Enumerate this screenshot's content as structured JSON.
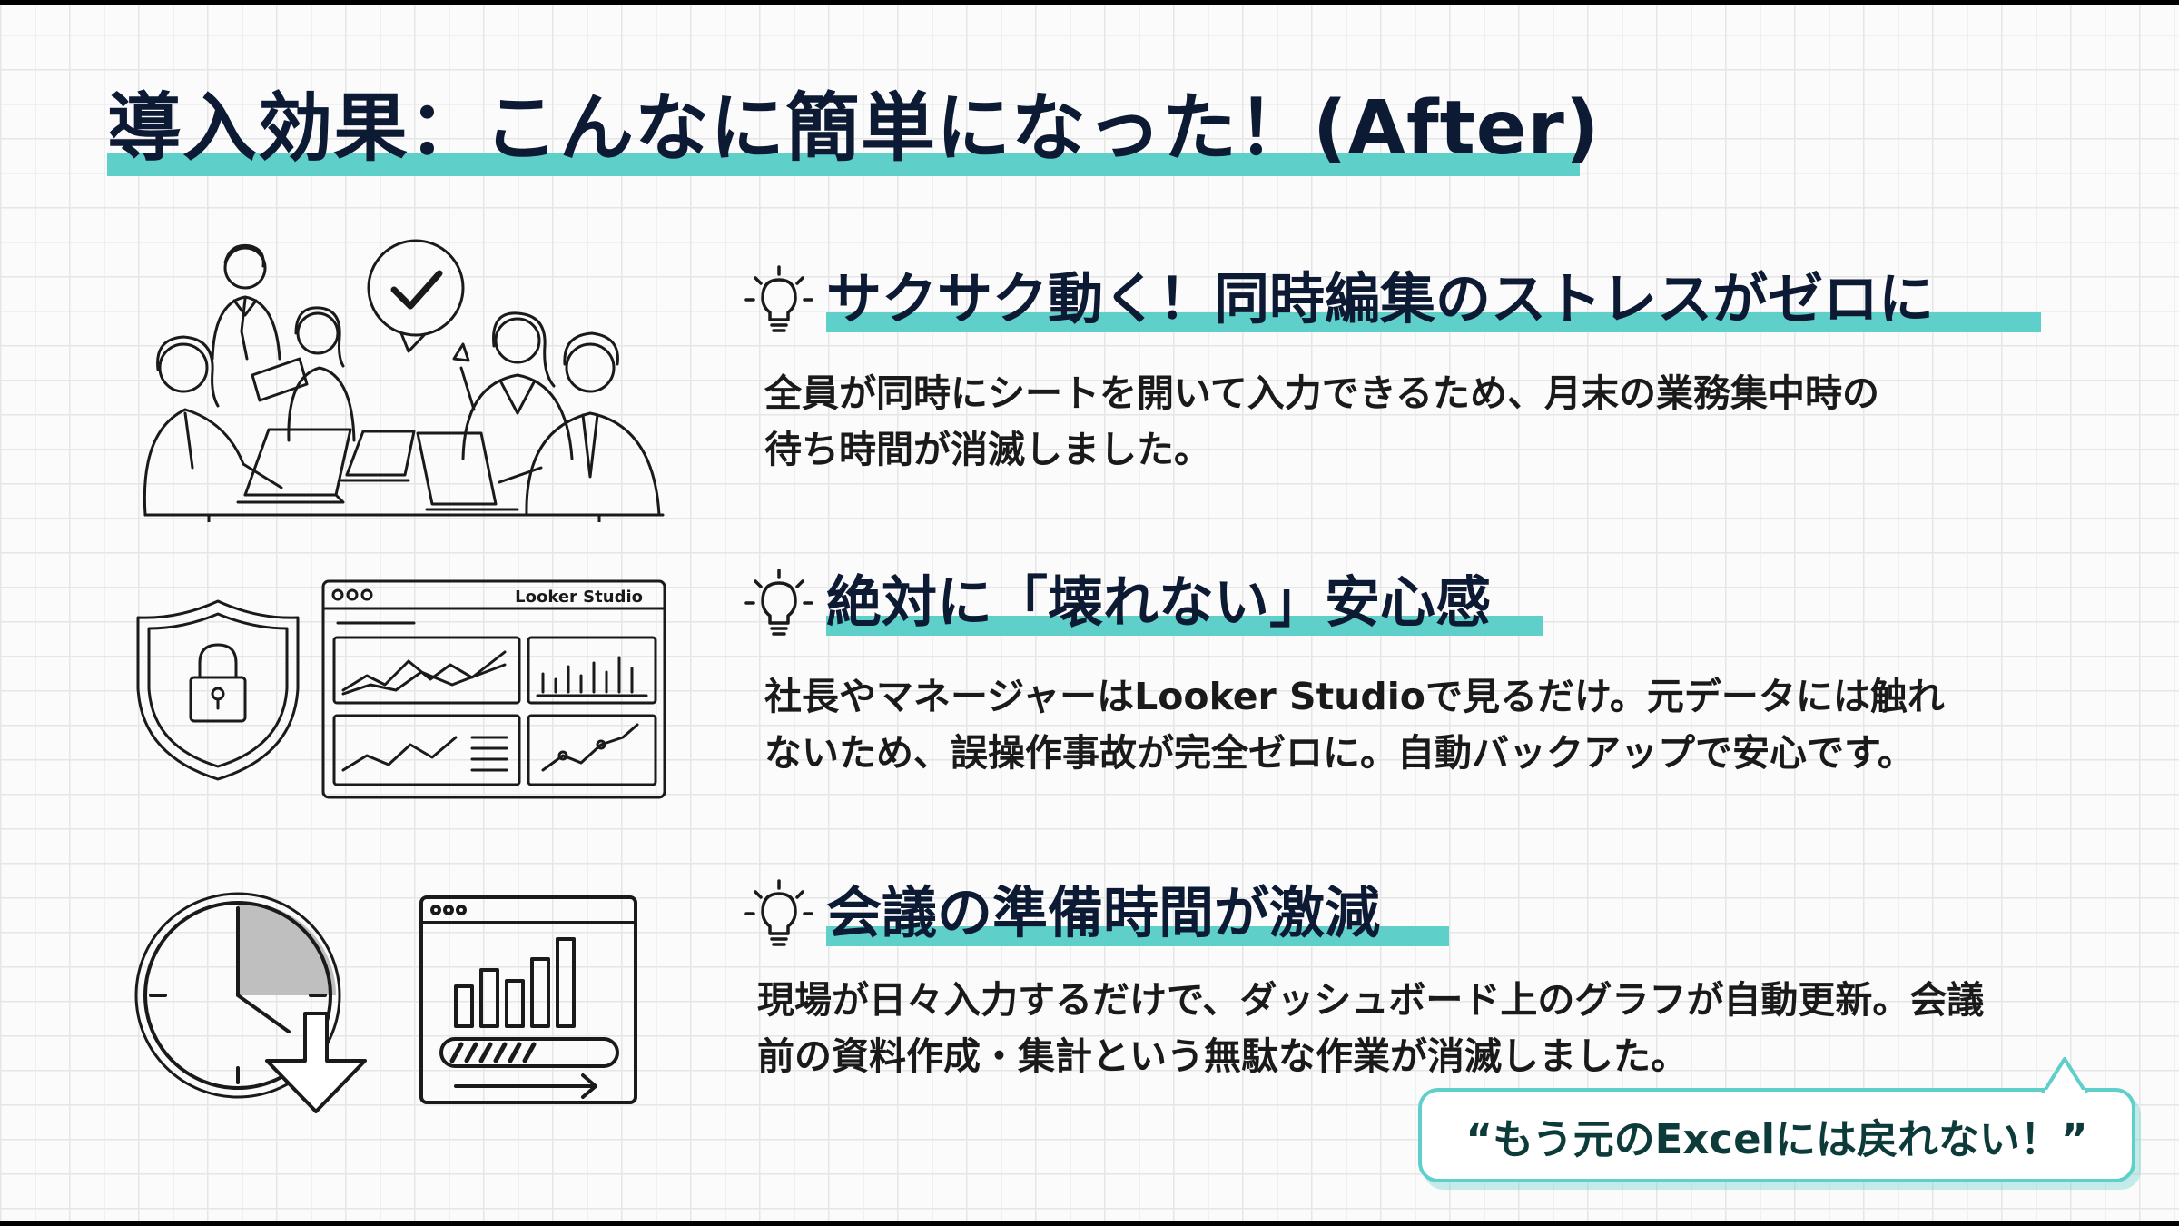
{
  "slide": {
    "title": "導入効果：こんなに簡単になった！(After)",
    "accent_color": "#5ecfc9",
    "title_color": "#0d1a33"
  },
  "sections": [
    {
      "icon": "lightbulb-icon",
      "heading": "サクサク動く！同時編集のストレスがゼロに",
      "body_lines": [
        "全員が同時にシートを開いて入力できるため、月末の業務集中時の",
        "待ち時間が消滅しました。"
      ],
      "illustration": "team-collaboration-illustration"
    },
    {
      "icon": "lightbulb-icon",
      "heading": "絶対に「壊れない」安心感",
      "body_lines": [
        "社長やマネージャーはLooker Studioで見るだけ。元データには触れ",
        "ないため、誤操作事故が完全ゼロに。自動バックアップで安心です。"
      ],
      "illustration": "shield-lock-dashboard-illustration",
      "dashboard_label": "Looker Studio"
    },
    {
      "icon": "lightbulb-icon",
      "heading": "会議の準備時間が激減",
      "body_lines": [
        "現場が日々入力するだけで、ダッシュボード上のグラフが自動更新。会議",
        "前の資料作成・集計という無駄な作業が消滅しました。"
      ],
      "illustration": "clock-chart-illustration"
    }
  ],
  "quote": {
    "text": "“もう元のExcelには戻れない！”"
  }
}
